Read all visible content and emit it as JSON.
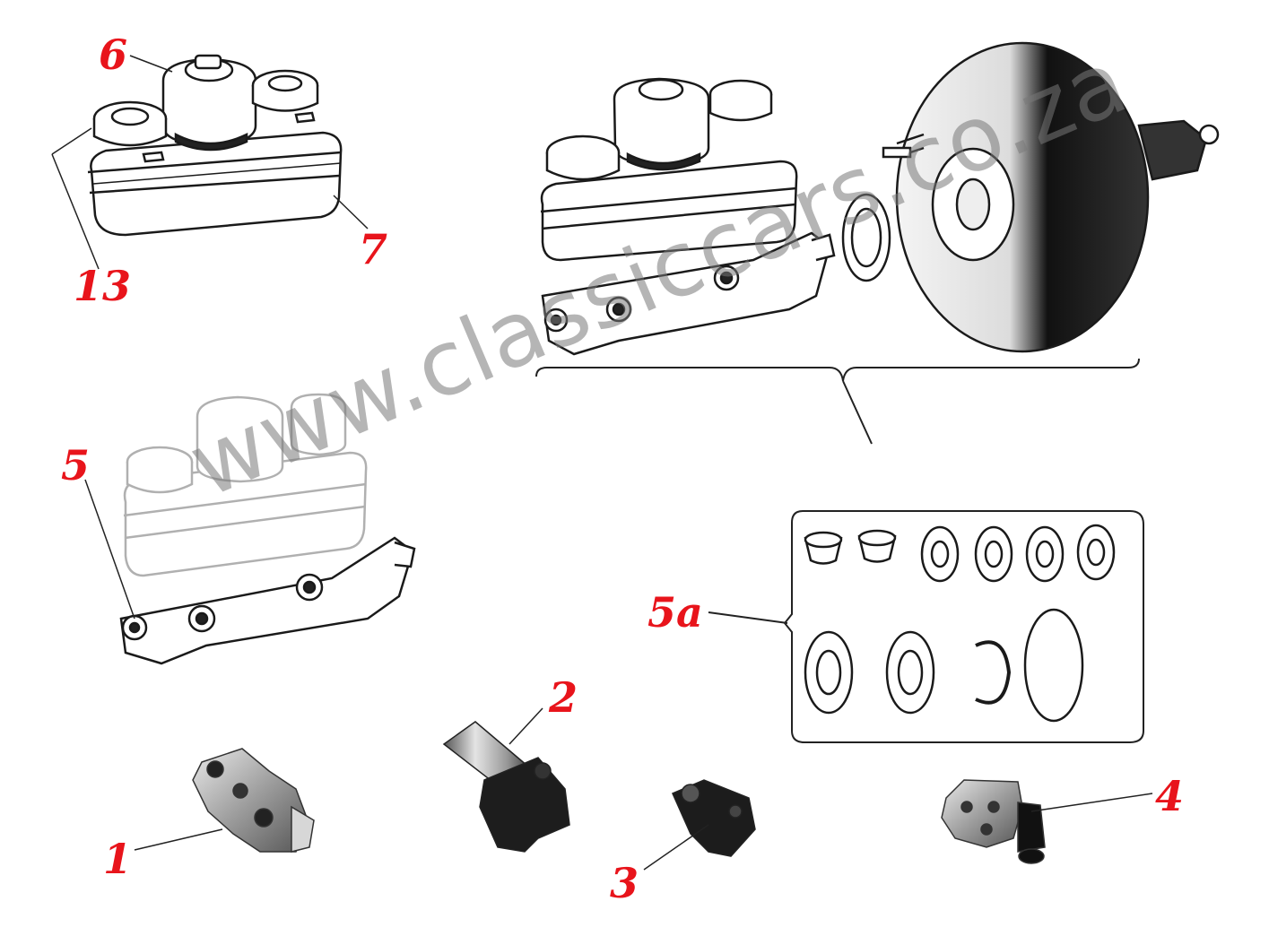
{
  "callouts": {
    "c1": "1",
    "c2": "2",
    "c3": "3",
    "c4": "4",
    "c5": "5",
    "c5a": "5a",
    "c6": "6",
    "c7": "7",
    "c13": "13"
  },
  "watermark": "www.classiccars.co.za",
  "colors": {
    "callout": "#e8141b",
    "line": "#222222",
    "watermark": "#8a8a8a",
    "faded": "#b8b8b8"
  }
}
